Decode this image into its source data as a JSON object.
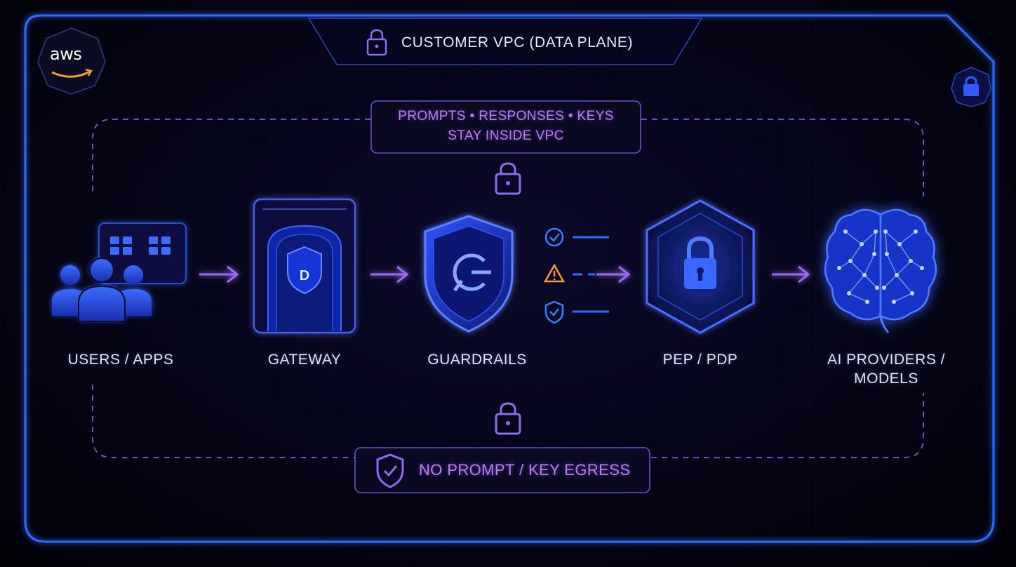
{
  "branding": {
    "logo_text": "aws"
  },
  "header": {
    "title": "CUSTOMER VPC (DATA PLANE)"
  },
  "callouts": {
    "top_line1": "PROMPTS • RESPONSES • KEYS",
    "top_line2": "STAY INSIDE VPC",
    "bottom": "NO PROMPT / KEY EGRESS"
  },
  "nodes": [
    {
      "id": "users",
      "label": "USERS / APPS",
      "icon": "users-icon"
    },
    {
      "id": "gateway",
      "label": "GATEWAY",
      "icon": "gateway-door-icon",
      "badge": "D"
    },
    {
      "id": "guardrails",
      "label": "GUARDRAILS",
      "icon": "shield-icon"
    },
    {
      "id": "pep",
      "label": "PEP / PDP",
      "icon": "padlock-hexagon-icon"
    },
    {
      "id": "ai",
      "label_line1": "AI PROVIDERS /",
      "label_line2": "MODELS",
      "icon": "brain-icon"
    }
  ],
  "checks": [
    {
      "icon": "check-circle-icon",
      "status": "pass"
    },
    {
      "icon": "warning-triangle-icon",
      "status": "warning"
    },
    {
      "icon": "shield-check-icon",
      "status": "pass"
    }
  ],
  "colors": {
    "frame": "#2f6bff",
    "accent_purple": "#b67cf5",
    "icon_blue": "#2a5cff",
    "warning": "#f39a3c",
    "background": "#04040c"
  }
}
